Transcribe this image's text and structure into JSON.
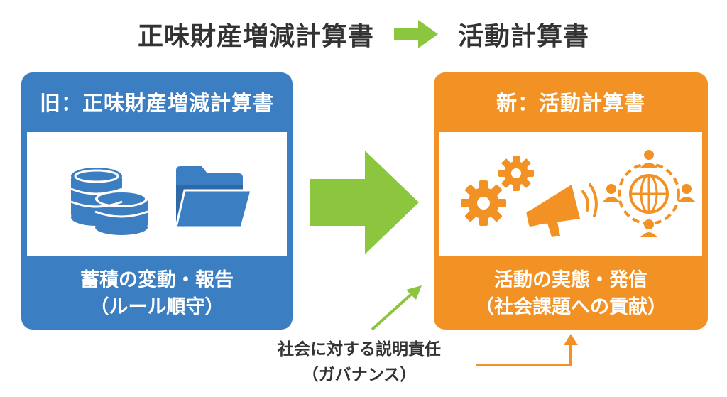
{
  "header": {
    "from_label": "正味財産増減計算書",
    "to_label": "活動計算書"
  },
  "old_card": {
    "title": "旧：正味財産増減計算書",
    "caption_line1": "蓄積の変動・報告",
    "caption_line2": "（ルール順守）",
    "icons": [
      "coins-icon",
      "folder-icon"
    ]
  },
  "new_card": {
    "title": "新：活動計算書",
    "caption_line1": "活動の実態・発信",
    "caption_line2": "（社会課題への貢献）",
    "icons": [
      "gears-icon",
      "megaphone-icon",
      "globe-network-icon"
    ]
  },
  "accountability": {
    "line1": "社会に対する説明責任",
    "line2": "（ガバナンス）"
  },
  "colors": {
    "old_blue": "#3b7ec2",
    "new_orange": "#f29224",
    "arrow_green": "#8cc63f"
  }
}
